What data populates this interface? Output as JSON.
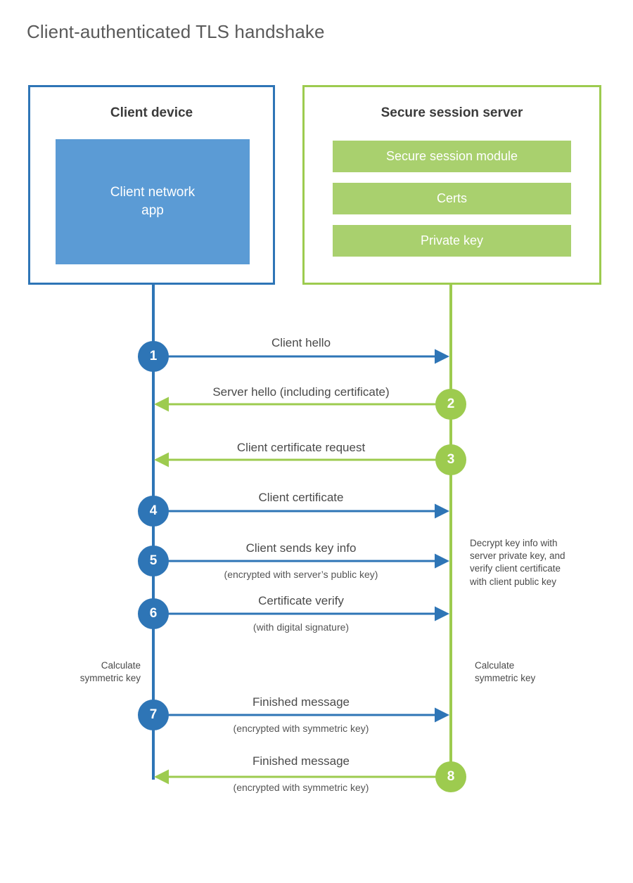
{
  "title": "Client-authenticated TLS handshake",
  "colors": {
    "client_blue": "#2e75b6",
    "client_app_fill": "#5b9bd5",
    "server_green": "#9dcb4f",
    "server_bar_fill": "#a9d06e",
    "text_gray": "#4a4a4a",
    "title_gray": "#5a5a5a",
    "background": "#ffffff"
  },
  "client": {
    "title": "Client device",
    "app_label": "Client network\napp",
    "app_label_line1": "Client network",
    "app_label_line2": "app"
  },
  "server": {
    "title": "Secure session server",
    "components": [
      {
        "label": "Secure session module"
      },
      {
        "label": "Certs"
      },
      {
        "label": "Private key"
      }
    ]
  },
  "steps": [
    {
      "number": "1",
      "side": "client",
      "direction": "client-to-server",
      "color": "blue",
      "label": "Client hello",
      "sublabel": ""
    },
    {
      "number": "2",
      "side": "server",
      "direction": "server-to-client",
      "color": "green",
      "label": "Server hello (including certificate)",
      "sublabel": ""
    },
    {
      "number": "3",
      "side": "server",
      "direction": "server-to-client",
      "color": "green",
      "label": "Client certificate request",
      "sublabel": ""
    },
    {
      "number": "4",
      "side": "client",
      "direction": "client-to-server",
      "color": "blue",
      "label": "Client certificate",
      "sublabel": ""
    },
    {
      "number": "5",
      "side": "client",
      "direction": "client-to-server",
      "color": "blue",
      "label": "Client sends key info",
      "sublabel": "(encrypted with server’s public key)"
    },
    {
      "number": "6",
      "side": "client",
      "direction": "client-to-server",
      "color": "blue",
      "label": "Certificate verify",
      "sublabel": "(with digital signature)"
    },
    {
      "number": "7",
      "side": "client",
      "direction": "client-to-server",
      "color": "blue",
      "label": "Finished message",
      "sublabel": "(encrypted with symmetric key)"
    },
    {
      "number": "8",
      "side": "server",
      "direction": "server-to-client",
      "color": "green",
      "label": "Finished message",
      "sublabel": "(encrypted with symmetric key)"
    }
  ],
  "notes": {
    "server_decrypt": "Decrypt key info with server private key, and verify client certificate with client public key",
    "server_decrypt_lines": [
      "Decrypt key info with",
      "server private key, and",
      "verify client certificate",
      "with client public key"
    ],
    "client_calculate_line1": "Calculate",
    "client_calculate_line2": "symmetric key",
    "server_calculate_line1": "Calculate",
    "server_calculate_line2": "symmetric key"
  }
}
